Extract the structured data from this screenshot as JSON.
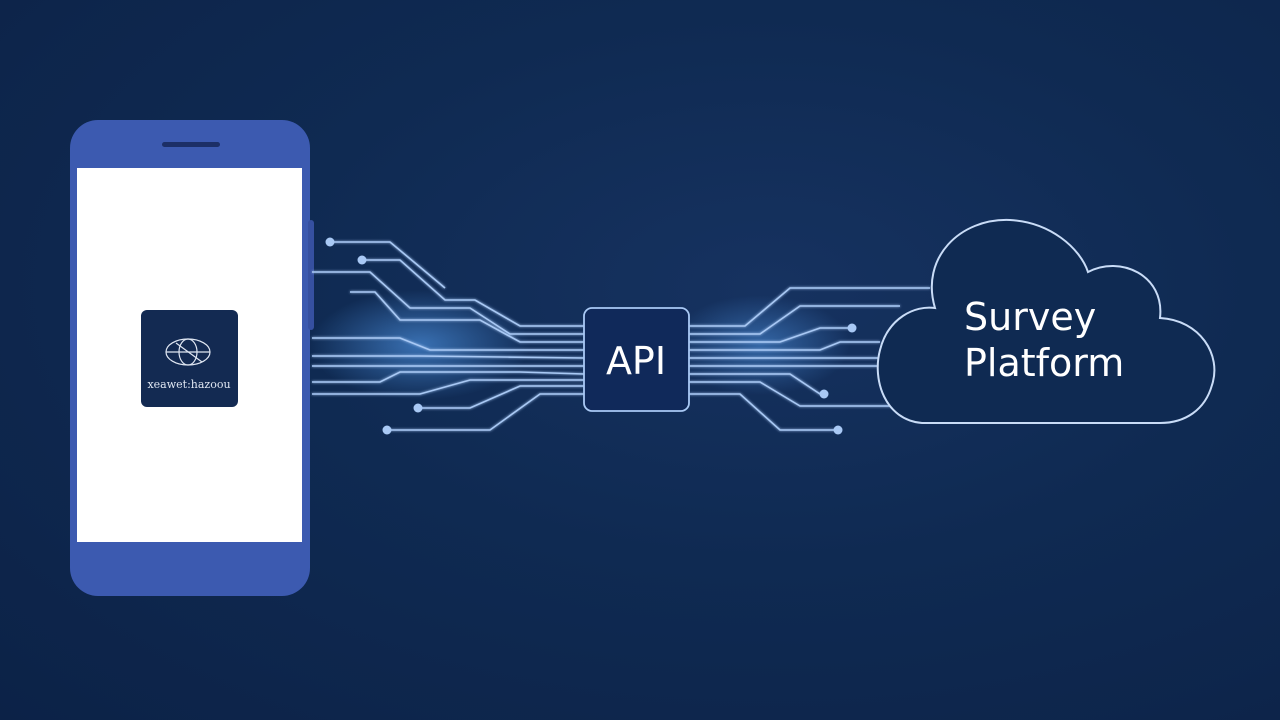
{
  "diagram": {
    "phone": {
      "app_caption": "xeawet:hazoou"
    },
    "api_node": {
      "label": "API"
    },
    "cloud_node": {
      "label_line1": "Survey",
      "label_line2": "Platform"
    },
    "colors": {
      "background": "#0f2a52",
      "phone_body": "#3c5ab0",
      "phone_screen": "#ffffff",
      "app_icon": "#132a52",
      "circuit_line": "#a9c9f5",
      "glow": "#5aa8ff",
      "text": "#ffffff"
    },
    "icons": [
      "globe-icon"
    ]
  }
}
